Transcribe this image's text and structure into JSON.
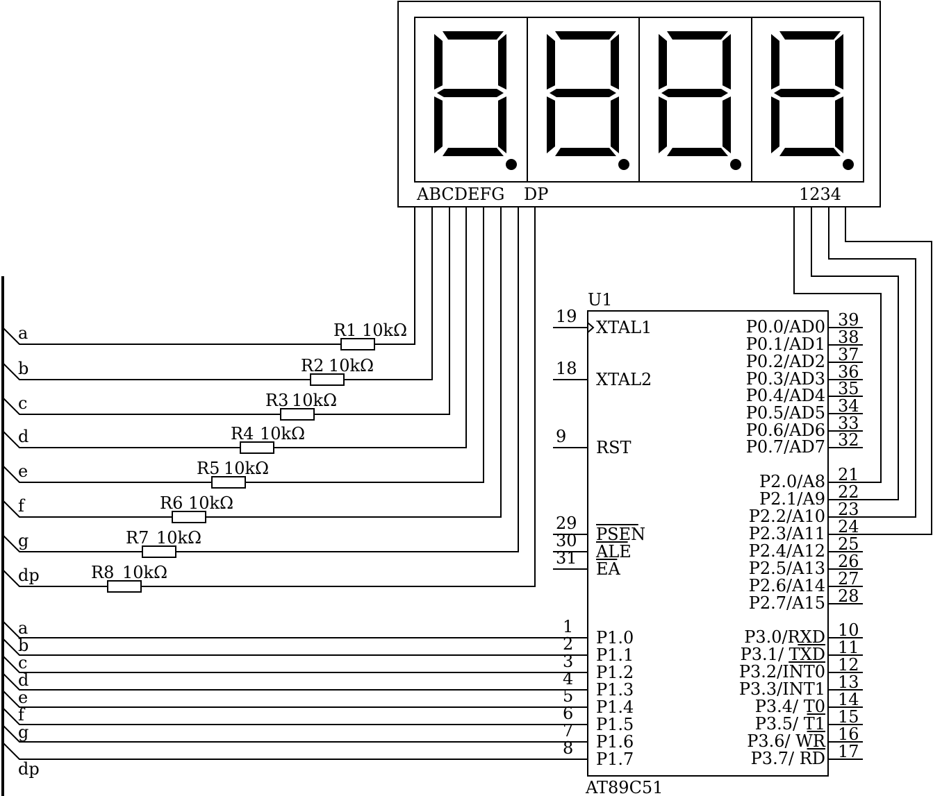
{
  "display": {
    "segment_label": "ABCDEFG",
    "dp_label": "DP",
    "digit_label": "1234"
  },
  "chip": {
    "ref": "U1",
    "part": "AT89C51",
    "left_pins": [
      {
        "num": "19",
        "name": "XTAL1"
      },
      {
        "num": "18",
        "name": "XTAL2"
      },
      {
        "num": "9",
        "name": "RST"
      },
      {
        "num": "29",
        "name": "PSEN",
        "over": true
      },
      {
        "num": "30",
        "name": "ALE",
        "over": true
      },
      {
        "num": "31",
        "name": "EA",
        "over": true
      },
      {
        "num": "1",
        "name": "P1.0"
      },
      {
        "num": "2",
        "name": "P1.1"
      },
      {
        "num": "3",
        "name": "P1.2"
      },
      {
        "num": "4",
        "name": "P1.3"
      },
      {
        "num": "5",
        "name": "P1.4"
      },
      {
        "num": "6",
        "name": "P1.5"
      },
      {
        "num": "7",
        "name": "P1.6"
      },
      {
        "num": "8",
        "name": "P1.7"
      }
    ],
    "right_pins": [
      {
        "num": "39",
        "name": "P0.0/AD0"
      },
      {
        "num": "38",
        "name": "P0.1/AD1"
      },
      {
        "num": "37",
        "name": "P0.2/AD2"
      },
      {
        "num": "36",
        "name": "P0.3/AD3"
      },
      {
        "num": "35",
        "name": "P0.4/AD4"
      },
      {
        "num": "34",
        "name": "P0.5/AD5"
      },
      {
        "num": "33",
        "name": "P0.6/AD6"
      },
      {
        "num": "32",
        "name": "P0.7/AD7"
      },
      {
        "num": "21",
        "name": "P2.0/A8"
      },
      {
        "num": "22",
        "name": "P2.1/A9"
      },
      {
        "num": "23",
        "name": "P2.2/A10"
      },
      {
        "num": "24",
        "name": "P2.3/A11"
      },
      {
        "num": "25",
        "name": "P2.4/A12"
      },
      {
        "num": "26",
        "name": "P2.5/A13"
      },
      {
        "num": "27",
        "name": "P2.6/A14"
      },
      {
        "num": "28",
        "name": "P2.7/A15"
      },
      {
        "num": "10",
        "name": "P3.0/RXD"
      },
      {
        "num": "11",
        "name": "P3.1/ TXD",
        "pre": "P3.1/ ",
        "bar": "TXD"
      },
      {
        "num": "12",
        "name": "P3.2/INT0",
        "pre": "P3.2/",
        "bar": "INT0"
      },
      {
        "num": "13",
        "name": "P3.3/INT1"
      },
      {
        "num": "14",
        "name": "P3.4/ T0"
      },
      {
        "num": "15",
        "name": "P3.5/ T1",
        "pre": "P3.5/ ",
        "bar": "T1"
      },
      {
        "num": "16",
        "name": "P3.6/ WR",
        "pre": "P3.6/ ",
        "bar": "WR"
      },
      {
        "num": "17",
        "name": "P3.7/ RD",
        "pre": "P3.7/ ",
        "bar": "RD"
      }
    ]
  },
  "resistors": [
    {
      "ref": "R1",
      "value": "10kΩ"
    },
    {
      "ref": "R2",
      "value": "10kΩ"
    },
    {
      "ref": "R3",
      "value": "10kΩ"
    },
    {
      "ref": "R4",
      "value": "10kΩ"
    },
    {
      "ref": "R5",
      "value": "10kΩ"
    },
    {
      "ref": "R6",
      "value": "10kΩ"
    },
    {
      "ref": "R7",
      "value": "10kΩ"
    },
    {
      "ref": "R8",
      "value": "10kΩ"
    }
  ],
  "bus_labels_upper": [
    "a",
    "b",
    "c",
    "d",
    "e",
    "f",
    "g",
    "dp"
  ],
  "bus_labels_lower": [
    "a",
    "b",
    "c",
    "d",
    "e",
    "f",
    "g",
    "dp"
  ]
}
